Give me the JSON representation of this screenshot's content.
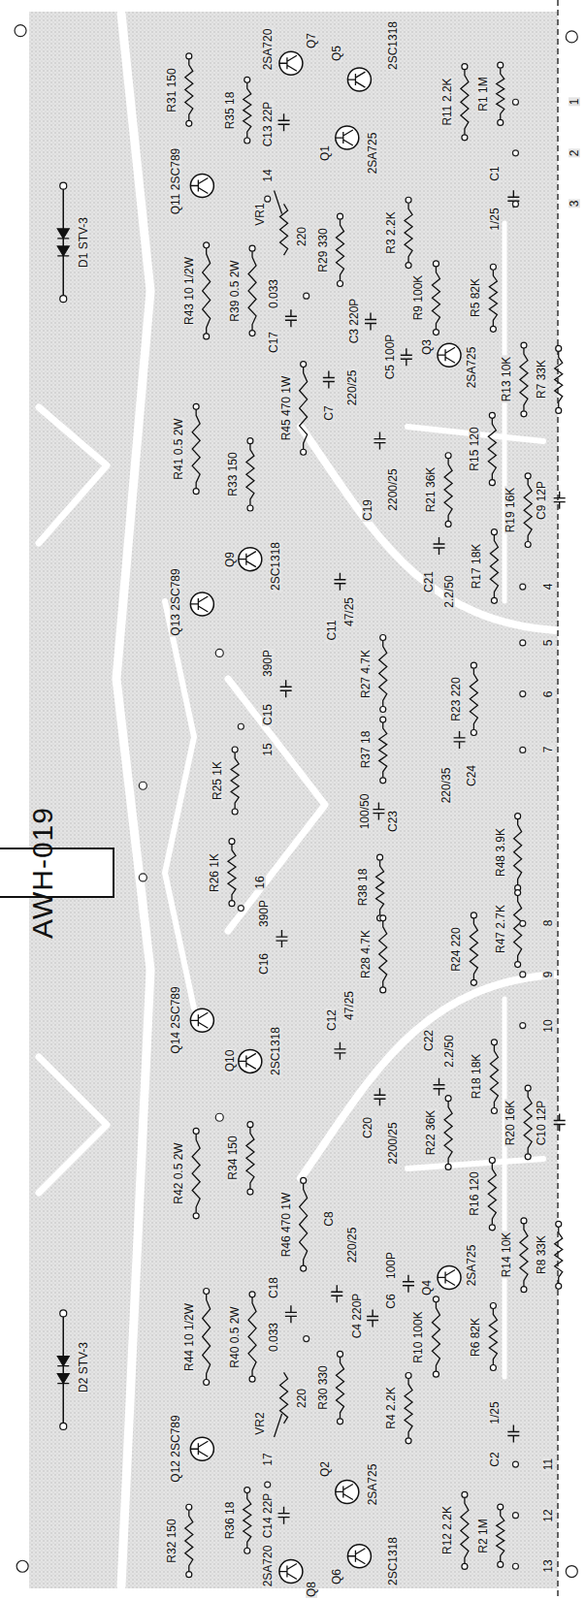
{
  "diagram": {
    "nodes": [
      {
        "text": [
          "AWH-019"
        ]
      }
    ],
    "labels": [
      "R31 150",
      "R35 18",
      "2SA720",
      "Q7",
      "Q5",
      "2SC1318",
      "C13 22P",
      "14",
      "Q1",
      "2SA725",
      "R11 2.2K",
      "R1 1M",
      "1",
      "2",
      "3",
      "Q11 2SC789",
      "VR1",
      "220",
      "R29 330",
      "R3 2.2K",
      "C1",
      "1/25",
      "R9 100K",
      "R5 82K",
      "C3 220P",
      "0.033",
      "C17",
      "R43 10 1/2W",
      "R39 0.5 2W",
      "D1 STV-3",
      "C5 100P",
      "Q3",
      "2SA725",
      "R13 10K",
      "R7 33K",
      "C7",
      "220/25",
      "R45 470 1W",
      "R41 0.5 2W",
      "R33 150",
      "C19",
      "2200/25",
      "R21 36K",
      "R15 120",
      "R19 16K",
      "C9 12P",
      "R17 18K",
      "C21",
      "2.2/50",
      "Q9",
      "2SC1318",
      "Q13 2SC789",
      "C11",
      "47/25",
      "4",
      "5",
      "6",
      "7",
      "390P",
      "C15",
      "R27 4.7K",
      "R23 220",
      "15",
      "R37 18",
      "R25 1K",
      "100/50",
      "C23",
      "220/35",
      "C24",
      "R26 1K",
      "16",
      "R38 18",
      "R48 3.9K",
      "R47 2.7K",
      "390P",
      "C16",
      "R28 4.7K",
      "R24 220",
      "Q14 2SC789",
      "C12",
      "47/25",
      "Q10",
      "2SC1318",
      "C22",
      "2.2/50",
      "R18 18K",
      "8",
      "9",
      "10",
      "R42 0.5 2W",
      "R34 150",
      "C20",
      "2200/25",
      "R22 36K",
      "R16 120",
      "R20 16K",
      "C10 12P",
      "R46 470 1W",
      "D2 STV-3",
      "R44 10 1/2W",
      "R40 0.5 2W",
      "C18",
      "0.033",
      "C8",
      "220/25",
      "Q4",
      "2SA725",
      "R14 10K",
      "R8 33K",
      "C6",
      "100P",
      "C4 220P",
      "R10 100K",
      "R6 82K",
      "R30 330",
      "VR2",
      "220",
      "R4 2.2K",
      "C2",
      "1/25",
      "Q12 2SC789",
      "17",
      "Q2",
      "2SA725",
      "R12 2.2K",
      "R2 1M",
      "C14 22P",
      "R36 18",
      "R32 150",
      "2SA720",
      "Q8",
      "Q6",
      "2SC1318",
      "11",
      "12",
      "13"
    ]
  }
}
